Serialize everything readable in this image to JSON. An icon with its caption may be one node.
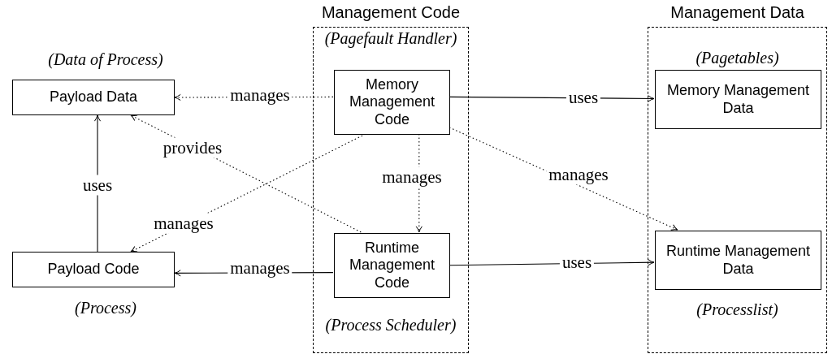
{
  "diagram": {
    "nodes": [
      {
        "text": [
          "Management Code",
          "(Pagefault Handler)",
          "(Process Scheduler)"
        ]
      },
      {
        "text": [
          "Memory Management Code"
        ],
        "in": 0
      },
      {
        "text": [
          "Runtime Management Code"
        ],
        "in": 0
      },
      {
        "text": [
          "Management Data",
          "(Pagetables)",
          "(Processlist)"
        ]
      },
      {
        "text": [
          "Memory Management Data"
        ],
        "in": 3
      },
      {
        "text": [
          "Runtime Management Data"
        ],
        "in": 3
      },
      {
        "text": [
          "Payload Data"
        ],
        "beside": [
          "(Data of Process)"
        ]
      },
      {
        "text": [
          "Payload Code"
        ],
        "beside": [
          "(Process)"
        ]
      }
    ],
    "edges": [
      {
        "from": 1,
        "to": 6,
        "arrow": "to",
        "label": "manages",
        "style": "dashed"
      },
      {
        "from": 1,
        "to": 4,
        "arrow": "to",
        "label": "uses"
      },
      {
        "from": 1,
        "to": 2,
        "arrow": "to",
        "label": "manages",
        "style": "dashed"
      },
      {
        "from": 1,
        "to": 7,
        "arrow": "to",
        "label": "manages",
        "style": "dashed"
      },
      {
        "from": 1,
        "to": 5,
        "arrow": "to",
        "label": "manages",
        "style": "dashed"
      },
      {
        "from": 2,
        "to": 6,
        "arrow": "to",
        "label": "provides",
        "style": "dashed"
      },
      {
        "from": 7,
        "to": 6,
        "arrow": "to",
        "label": "uses"
      },
      {
        "from": 2,
        "to": 7,
        "arrow": "to",
        "label": "manages"
      },
      {
        "from": 2,
        "to": 5,
        "arrow": "to",
        "label": "uses"
      }
    ]
  }
}
